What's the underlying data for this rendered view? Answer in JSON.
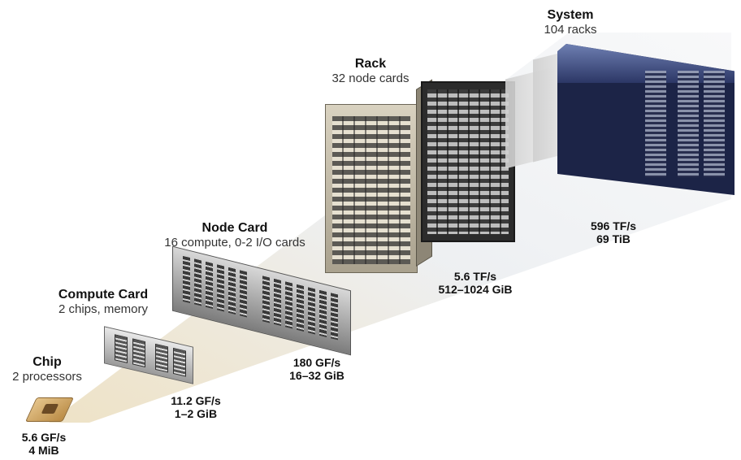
{
  "stages": {
    "chip": {
      "title": "Chip",
      "subtitle": "2 processors",
      "perf": "5.6 GF/s",
      "memory": "4 MiB"
    },
    "compute": {
      "title": "Compute Card",
      "subtitle": "2 chips, memory",
      "perf": "11.2 GF/s",
      "memory": "1–2 GiB"
    },
    "node": {
      "title": "Node Card",
      "subtitle": "16 compute, 0-2 I/O cards",
      "perf": "180 GF/s",
      "memory": "16–32 GiB"
    },
    "rack": {
      "title": "Rack",
      "subtitle": "32 node cards",
      "perf": "5.6 TF/s",
      "memory": "512–1024 GiB"
    },
    "system": {
      "title": "System",
      "subtitle": "104 racks",
      "perf": "596 TF/s",
      "memory": "69 TiB"
    }
  }
}
